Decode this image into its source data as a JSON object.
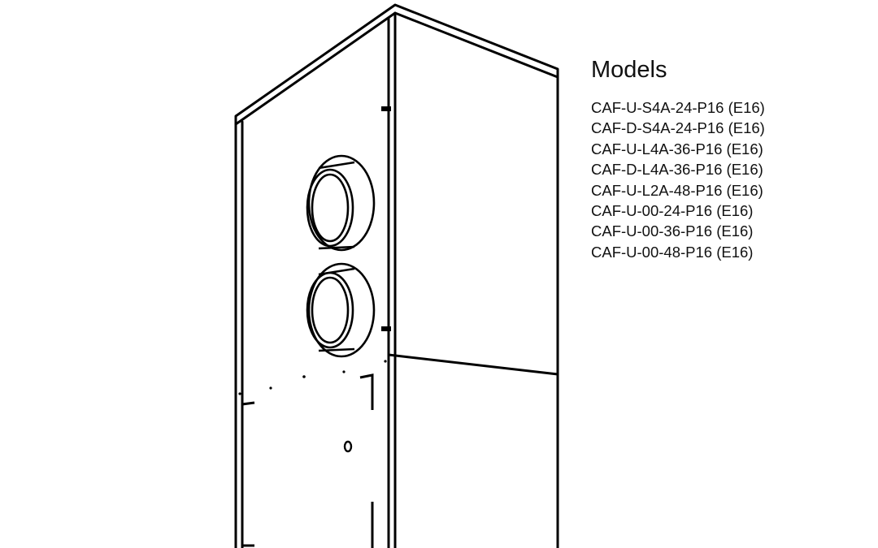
{
  "models_heading": "Models",
  "models": [
    "CAF-U-S4A-24-P16 (E16)",
    "CAF-D-S4A-24-P16 (E16)",
    "CAF-U-L4A-36-P16 (E16)",
    "CAF-D-L4A-36-P16 (E16)",
    "CAF-U-L2A-48-P16 (E16)",
    "CAF-U-00-24-P16 (E16)",
    "CAF-U-00-36-P16 (E16)",
    "CAF-U-00-48-P16 (E16)"
  ],
  "colors": {
    "line": "#000000",
    "background": "#ffffff",
    "text": "#111111"
  }
}
